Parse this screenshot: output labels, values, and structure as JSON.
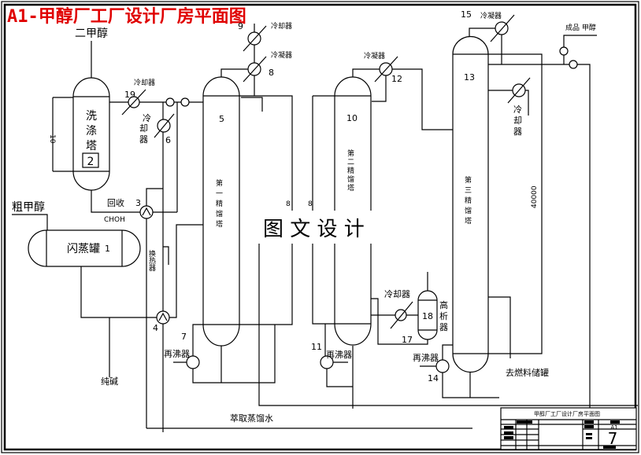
{
  "title": "A1-甲醇厂工厂设计厂房平面图",
  "watermark": "图 文 设 计",
  "colors": {
    "title": "#e00000",
    "lines": "#000000",
    "background": "#ffffff"
  },
  "streams": {
    "dimethyl_ether": "二甲醇",
    "crude_methanol": "粗甲醇",
    "product_methanol": "成品 甲醇",
    "recovery": "回收",
    "choh": "CHOH",
    "soda": "纯碱",
    "extraction_water": "萃取蒸馏水",
    "to_fuel_tank": "去燃料储罐"
  },
  "equipment": {
    "flash_tank": {
      "name": "闪蒸罐",
      "num": "1"
    },
    "wash_tower": {
      "name_1": "洗",
      "name_2": "涤",
      "name_3": "塔",
      "num": "2"
    },
    "exchanger_3": {
      "num": "3"
    },
    "exchanger_4": {
      "num": "4",
      "label": "换热器"
    },
    "column_5": {
      "num": "5",
      "label": "第一精馏塔"
    },
    "cooler_6": {
      "num": "6",
      "label_1": "冷",
      "label_2": "却",
      "label_3": "器"
    },
    "reboiler_7": {
      "num": "7",
      "label": "再沸器"
    },
    "condenser_8": {
      "num": "8",
      "label": "冷凝器"
    },
    "cooler_9": {
      "num": "9",
      "label": "冷却器"
    },
    "column_10": {
      "num": "10",
      "label": "第二精馏塔"
    },
    "reboiler_11": {
      "num": "11",
      "label": "再沸器"
    },
    "condenser_12": {
      "num": "12",
      "label": "冷凝器"
    },
    "column_13": {
      "num": "13",
      "label": "第三精馏塔"
    },
    "reboiler_14": {
      "num": "14",
      "label": "再沸器"
    },
    "condenser_15": {
      "num": "15",
      "label": "冷凝器"
    },
    "cooler_13_side": {
      "label_1": "冷",
      "label_2": "却",
      "label_3": "器"
    },
    "cooler_17": {
      "num": "17",
      "label": "冷却器"
    },
    "separator_18": {
      "num": "18",
      "label_1": "高",
      "label_2": "析",
      "label_3": "器"
    },
    "cooler_19": {
      "num": "19",
      "label": "冷却器"
    }
  },
  "dimensions": {
    "wash_tower_height": "10",
    "column_height_1": "8",
    "column_height_2": "8",
    "column_13_height": "40000"
  },
  "title_block": {
    "drawing_name": "甲醇厂工厂设计厂房平面图",
    "size": "A1",
    "sheet": "7"
  }
}
